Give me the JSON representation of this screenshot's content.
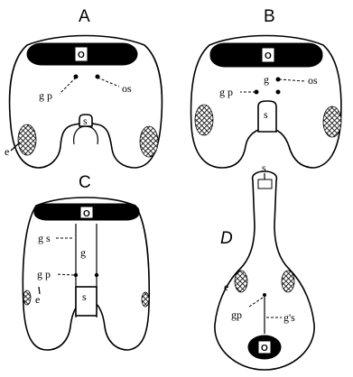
{
  "panels": {
    "A": {
      "letter": "A",
      "o": "O",
      "s": "s",
      "gp": "g p",
      "os": "os",
      "e": "e"
    },
    "B": {
      "letter": "B",
      "o": "O",
      "s": "s",
      "g": "g",
      "gp": "g p",
      "os": "os"
    },
    "C": {
      "letter": "C",
      "o": "O",
      "s": "s",
      "gs": "g s",
      "g": "g",
      "gp": "g p",
      "e": "e"
    },
    "D": {
      "letter": "D",
      "o": "O",
      "s": "s",
      "e": "e",
      "gp": "gp",
      "gs": "g's"
    }
  },
  "colors": {
    "ink": "#000000",
    "paper": "#ffffff"
  }
}
